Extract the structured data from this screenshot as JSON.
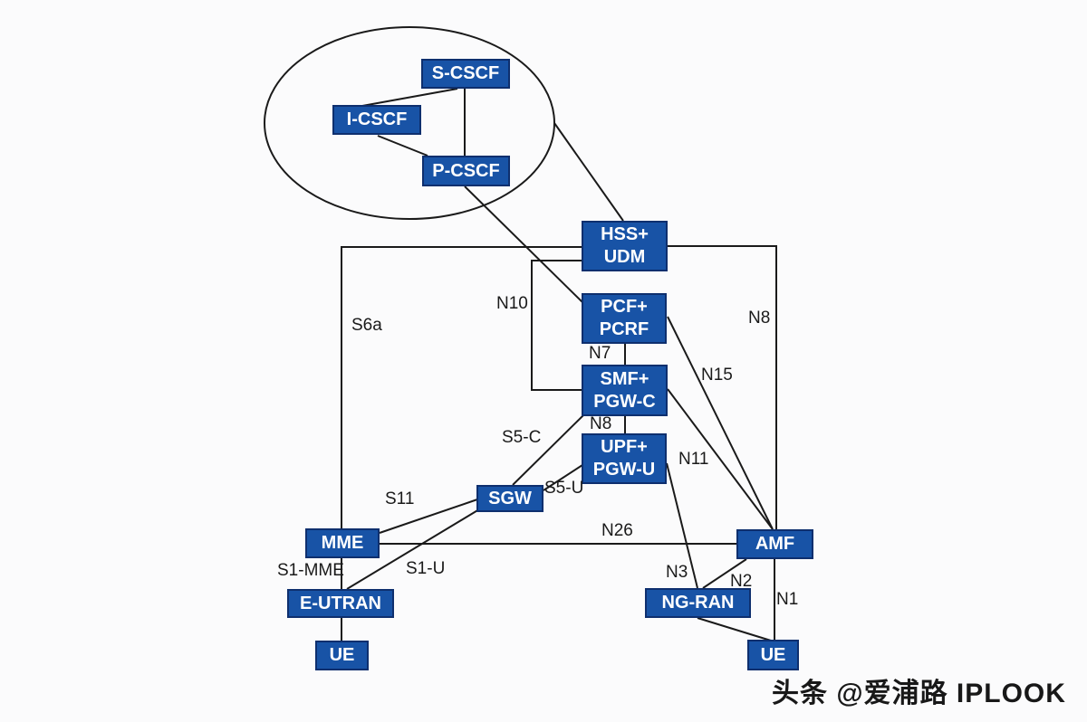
{
  "diagram": {
    "nodes": {
      "scscf": {
        "label": "S-CSCF"
      },
      "icscf": {
        "label": "I-CSCF"
      },
      "pcscf": {
        "label": "P-CSCF"
      },
      "hss_udm": {
        "l1": "HSS+",
        "l2": "UDM"
      },
      "pcf_pcrf": {
        "l1": "PCF+",
        "l2": "PCRF"
      },
      "smf_pgwc": {
        "l1": "SMF+",
        "l2": "PGW-C"
      },
      "upf_pgwu": {
        "l1": "UPF+",
        "l2": "PGW-U"
      },
      "sgw": {
        "label": "SGW"
      },
      "mme": {
        "label": "MME"
      },
      "amf": {
        "label": "AMF"
      },
      "eutran": {
        "label": "E-UTRAN"
      },
      "ue_4g": {
        "label": "UE"
      },
      "ngran": {
        "label": "NG-RAN"
      },
      "ue_5g": {
        "label": "UE"
      }
    },
    "interface_labels": {
      "s6a": "S6a",
      "n10": "N10",
      "n8_right": "N8",
      "n7": "N7",
      "n15": "N15",
      "n8_mid": "N8",
      "s5c": "S5-C",
      "n11": "N11",
      "s5u": "S5-U",
      "s11": "S11",
      "n26": "N26",
      "s1mme": "S1-MME",
      "s1u": "S1-U",
      "n3": "N3",
      "n2": "N2",
      "n1": "N1"
    },
    "colors": {
      "node_fill": "#1853a6",
      "node_border": "#0e2f6e",
      "node_text": "#ffffff",
      "line": "#1a1a1a",
      "label_text": "#1a1a1a"
    }
  },
  "watermark": {
    "text": "头条 @爱浦路 IPLOOK"
  }
}
